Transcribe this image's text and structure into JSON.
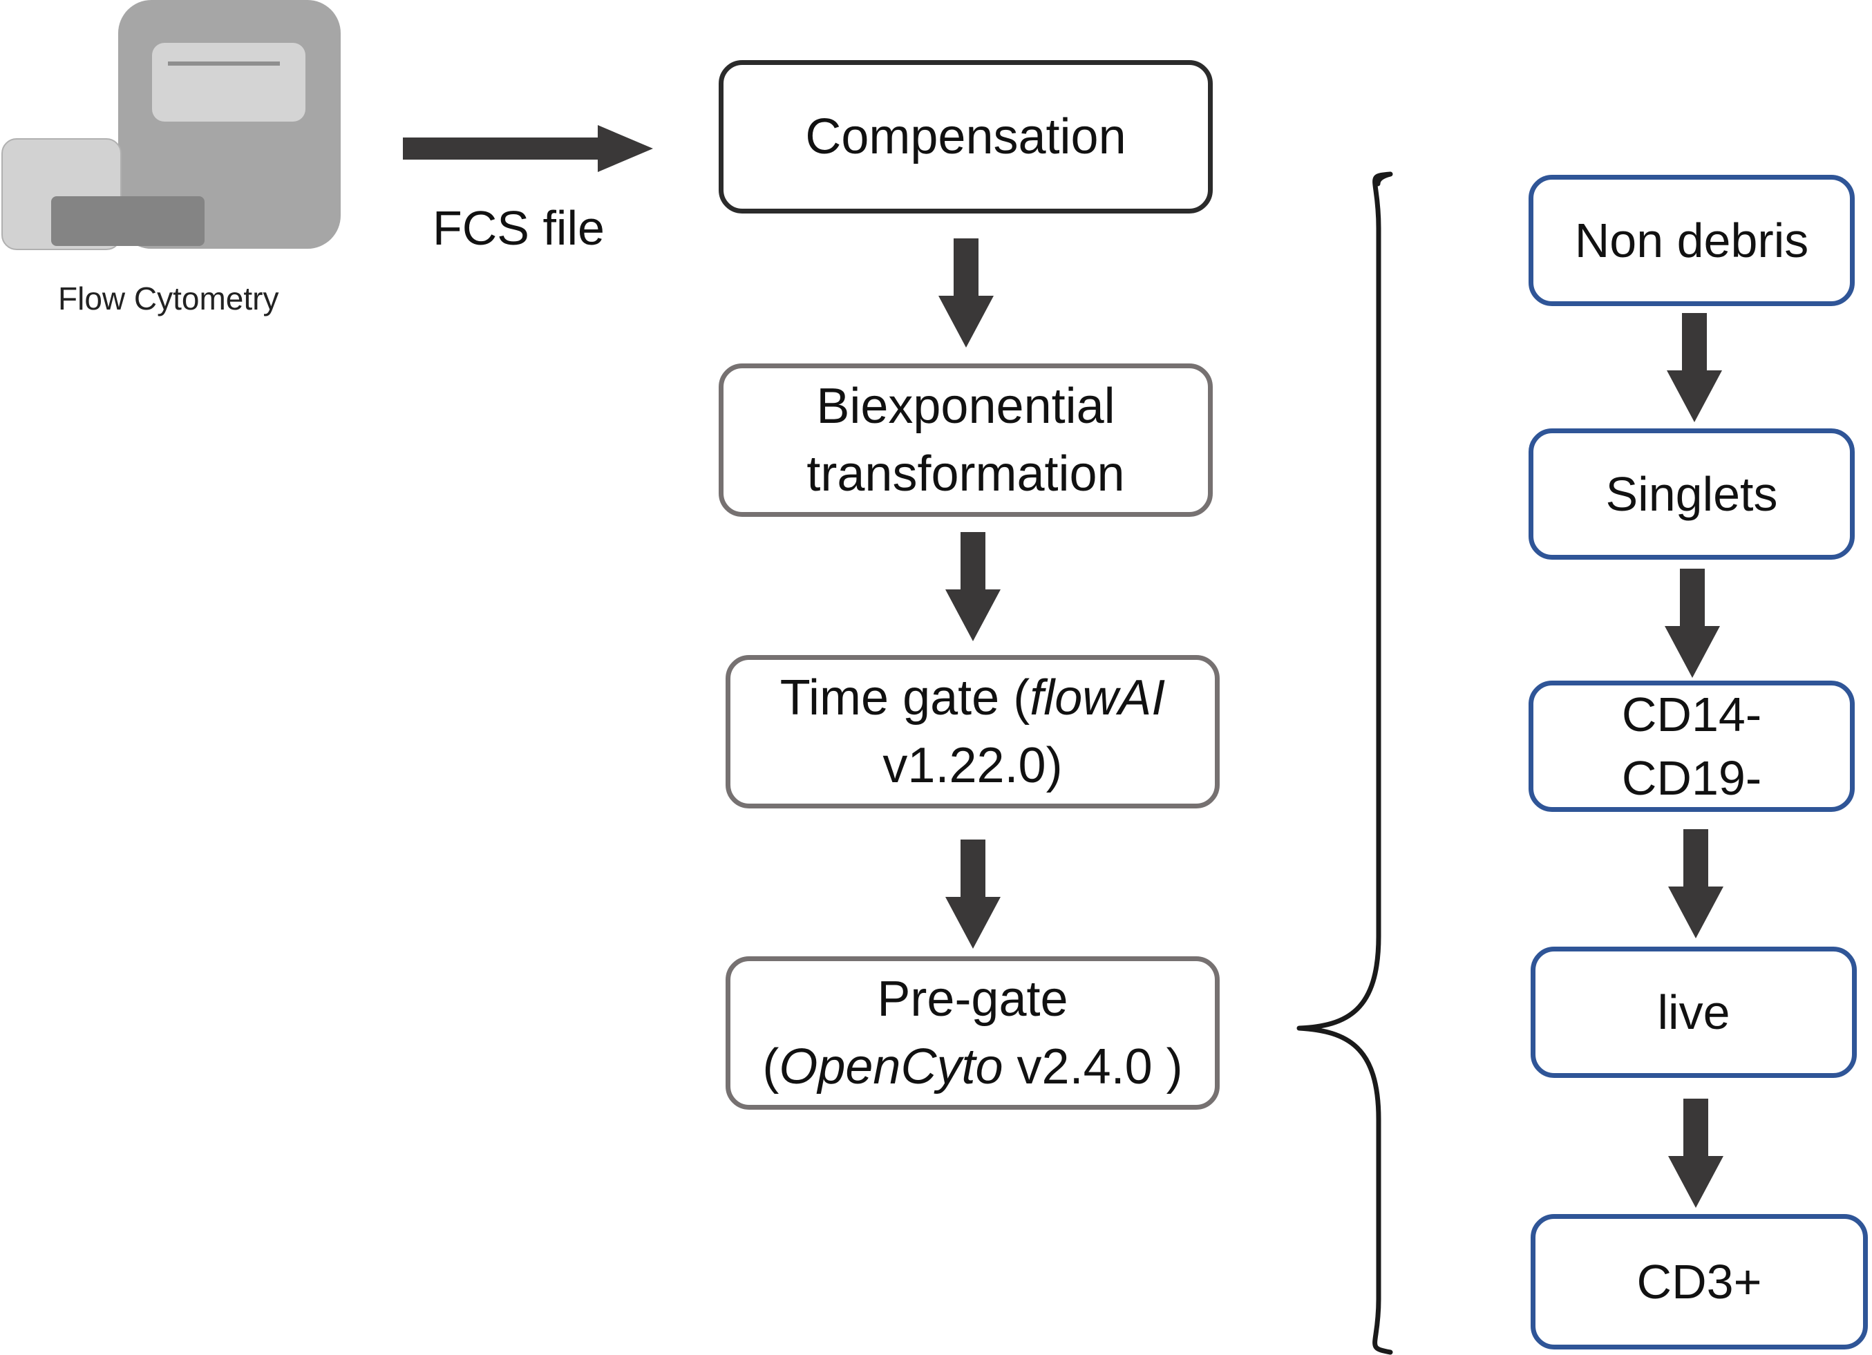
{
  "source": {
    "device_label": "Flow Cytometry",
    "file_label": "FCS file"
  },
  "pipeline": {
    "steps": [
      {
        "line1": "Compensation",
        "line2": ""
      },
      {
        "line1": "Biexponential",
        "line2": "transformation"
      },
      {
        "line1": "Time gate (",
        "line1_italic": "flowAI",
        "line2": "v1.22.0)"
      },
      {
        "line1": "Pre-gate",
        "line2_prefix": "(",
        "line2_italic": "OpenCyto",
        "line2": " v2.4.0 )"
      }
    ]
  },
  "gating": {
    "steps": [
      {
        "line1": "Non debris"
      },
      {
        "line1": "Singlets"
      },
      {
        "line1": "CD14-",
        "line2": "CD19-"
      },
      {
        "line1": "live"
      },
      {
        "line1": "CD3+"
      }
    ]
  },
  "colors": {
    "arrow": "#3a3838",
    "dark_border": "#2b2b2b",
    "gray_border": "#767171",
    "blue_border": "#2f5597"
  },
  "icons": {
    "device": "flow-cytometer-icon"
  }
}
